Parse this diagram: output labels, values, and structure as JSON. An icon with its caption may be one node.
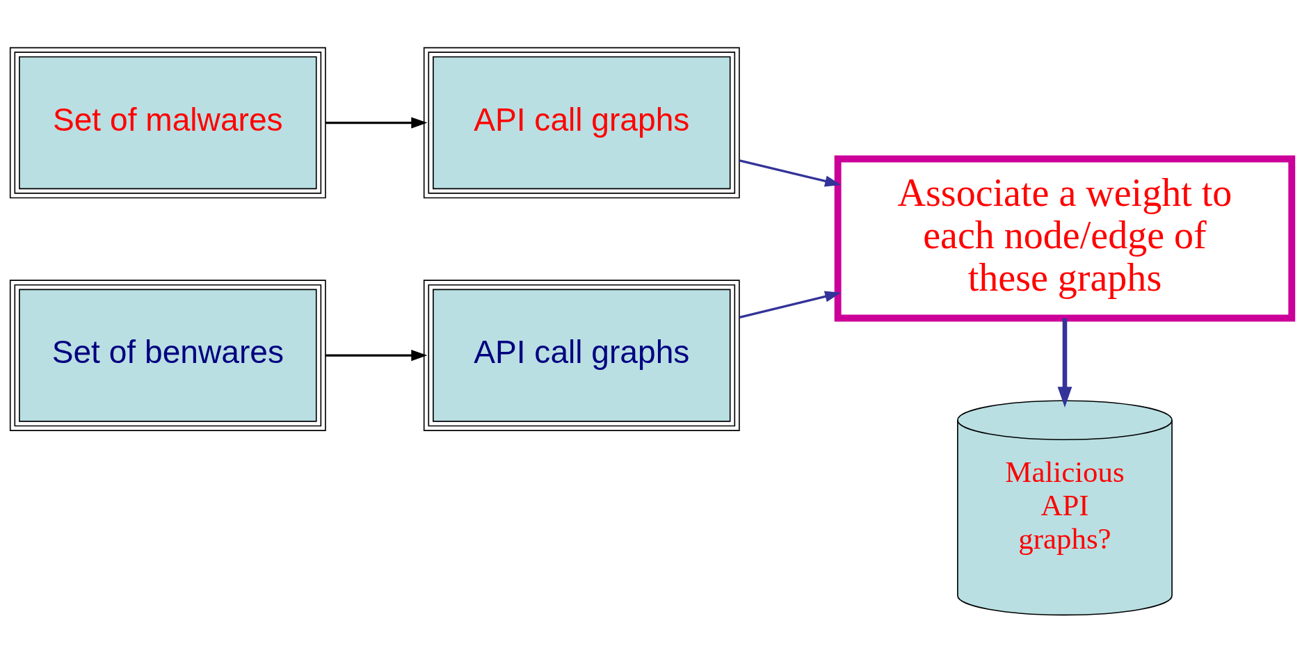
{
  "diagram": {
    "nodes": [
      {
        "text": [
          "Set of malwares"
        ]
      },
      {
        "text": [
          "API call graphs"
        ]
      },
      {
        "text": [
          "Set of benwares"
        ]
      },
      {
        "text": [
          "API call graphs"
        ]
      },
      {
        "text": [
          "Associate a weight to each node/edge of these graphs"
        ]
      },
      {
        "text": [
          "Malicious API graphs?"
        ]
      }
    ],
    "edges": [
      {
        "from": 0,
        "to": 1,
        "arrow": "to",
        "color": "#000000"
      },
      {
        "from": 2,
        "to": 3,
        "arrow": "to",
        "color": "#000000"
      },
      {
        "from": 1,
        "to": 4,
        "arrow": "to"
      },
      {
        "from": 3,
        "to": 4,
        "arrow": "to"
      },
      {
        "from": 4,
        "to": 5,
        "arrow": "to",
        "style": "thick"
      }
    ]
  }
}
